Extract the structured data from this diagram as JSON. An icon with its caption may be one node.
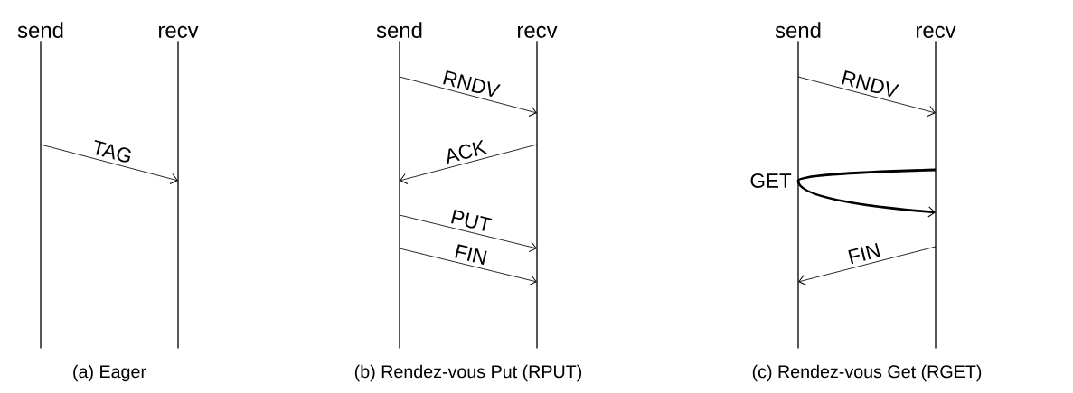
{
  "diagram": {
    "nodes": [
      {
        "text": [
          "send"
        ]
      },
      {
        "text": [
          "recv"
        ]
      },
      {
        "text": [
          "send"
        ]
      },
      {
        "text": [
          "recv"
        ]
      },
      {
        "text": [
          "send"
        ]
      },
      {
        "text": [
          "recv"
        ]
      }
    ],
    "edges": [
      {
        "from": 0,
        "to": 1,
        "arrow": "to",
        "label": "TAG"
      },
      {
        "from": 2,
        "to": 3,
        "arrow": "to",
        "label": "RNDV"
      },
      {
        "from": 3,
        "to": 2,
        "arrow": "to",
        "label": "ACK"
      },
      {
        "from": 2,
        "to": 3,
        "arrow": "to",
        "label": "PUT"
      },
      {
        "from": 2,
        "to": 3,
        "arrow": "to",
        "label": "FIN"
      },
      {
        "from": 4,
        "to": 5,
        "arrow": "to",
        "label": "RNDV"
      },
      {
        "from": 5,
        "to": 4,
        "arrow": "none",
        "label": "GET",
        "style": "thick"
      },
      {
        "from": 4,
        "to": 5,
        "arrow": "to",
        "style": "thick"
      },
      {
        "from": 5,
        "to": 4,
        "arrow": "to",
        "label": "FIN"
      }
    ],
    "labels": [
      "(a) Eager",
      "(b) Rendez-vous Put (RPUT)",
      "(c) Rendez-vous Get (RGET)"
    ]
  }
}
